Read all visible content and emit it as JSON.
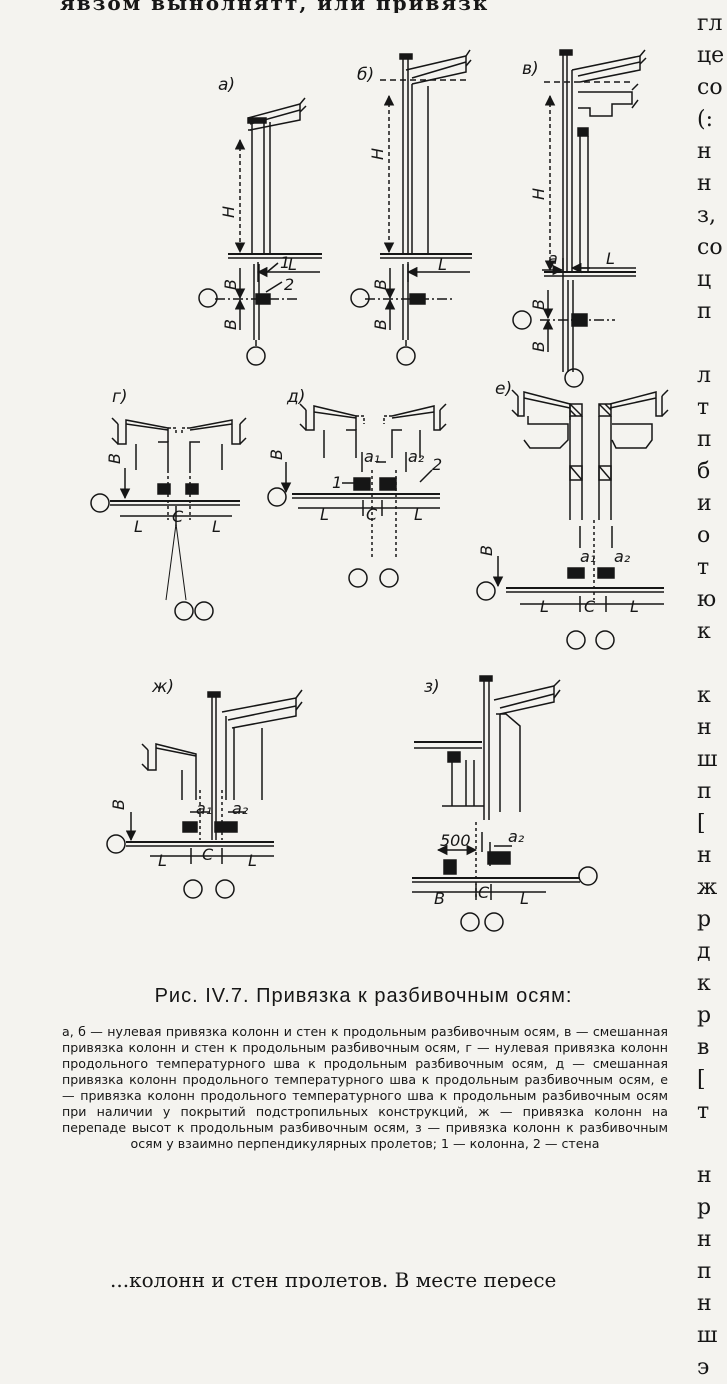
{
  "page": {
    "top_fragment": "явзом вынолнятт, или привязк",
    "right_column_fragments": [
      "гл",
      "це",
      "со",
      "(:",
      "н",
      "н",
      "з,",
      "со",
      "ц",
      "п",
      "",
      "л",
      "т",
      "п",
      "б",
      "и",
      "о",
      "т",
      "ю",
      "к",
      "",
      "к",
      "н",
      "ш",
      "п",
      "[",
      "н",
      "ж",
      "р",
      "д",
      "к",
      "р",
      "в",
      "[",
      "т",
      "",
      "н",
      "р",
      "н",
      "п",
      "н",
      "ш",
      "э"
    ],
    "bottom_fragment": "...колонн и стен пролетов. В месте пересе"
  },
  "figure": {
    "panels": [
      {
        "letter": "а)",
        "height_label": "H",
        "span_label": "L",
        "axis_label": "В",
        "notes": [
          "1",
          "2"
        ]
      },
      {
        "letter": "б)",
        "height_label": "H",
        "span_label": "L",
        "axis_label": "В"
      },
      {
        "letter": "в)",
        "height_label": "H",
        "span_label": "L",
        "offset_label": "a",
        "axis_label": "В"
      },
      {
        "letter": "г)",
        "span_labels": [
          "L",
          "C",
          "L"
        ],
        "axis_label": "В"
      },
      {
        "letter": "д)",
        "span_labels": [
          "L",
          "C",
          "L"
        ],
        "offsets": [
          "a₁",
          "a₂"
        ],
        "axis_label": "В",
        "notes": [
          "1",
          "2"
        ]
      },
      {
        "letter": "е)",
        "span_labels": [
          "L",
          "C",
          "L"
        ],
        "offsets": [
          "a₁",
          "a₂"
        ],
        "axis_label": "В"
      },
      {
        "letter": "ж)",
        "span_labels": [
          "L",
          "C",
          "L"
        ],
        "offsets": [
          "a₁",
          "a₂"
        ],
        "axis_label": "В"
      },
      {
        "letter": "з)",
        "span_labels": [
          "B",
          "C",
          "L"
        ],
        "offsets": [
          "a₂"
        ],
        "dimension": "500"
      }
    ]
  },
  "caption": {
    "title": "Рис. IV.7. Привязка к разбивочным осям:",
    "text": "а, б — нулевая привязка колонн и стен к продольным разбивочным осям, в — смешанная привязка колонн и стен к продольным разбивочным осям, г — нулевая привязка колонн продольного температурного шва к продольным разбивочным осям, д — смешанная привязка колонн продольного температурного шва к продольным разбивочным осям, е — привязка колонн продольного температурного шва к продольным разбивочным осям при наличии у покрытий подстропильных конструкций, ж — привязка колонн на перепаде высот к продольным разбивочным осям, з — привязка колонн к разбивочным осям у взаимно перпендикулярных пролетов; 1 — колонна, 2 — стена"
  }
}
